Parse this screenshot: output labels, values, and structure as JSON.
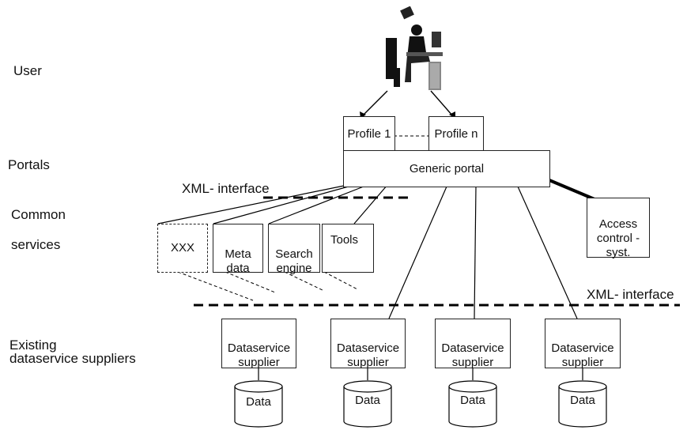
{
  "layers": {
    "user": "User",
    "portals": "Portals",
    "common_1": "Common",
    "common_2": "services",
    "existing": "Existing\ndataservice suppliers"
  },
  "profiles": {
    "first": "Profile 1",
    "last": "Profile n"
  },
  "portal": "Generic portal",
  "interfaces": {
    "upper": "XML- interface",
    "lower": "XML- interface"
  },
  "access_control": "Access\ncontrol  -\nsyst.",
  "services": [
    "XXX",
    "Meta\ndata",
    "Search\nengine",
    "Tools"
  ],
  "suppliers": [
    "Dataservice\nsupplier",
    "Dataservice\nsupplier",
    "Dataservice\nsupplier",
    "Dataservice\nsupplier"
  ],
  "data_stores": [
    "Data",
    "Data",
    "Data",
    "Data"
  ],
  "icons": {
    "user": "user-at-computer-icon"
  }
}
